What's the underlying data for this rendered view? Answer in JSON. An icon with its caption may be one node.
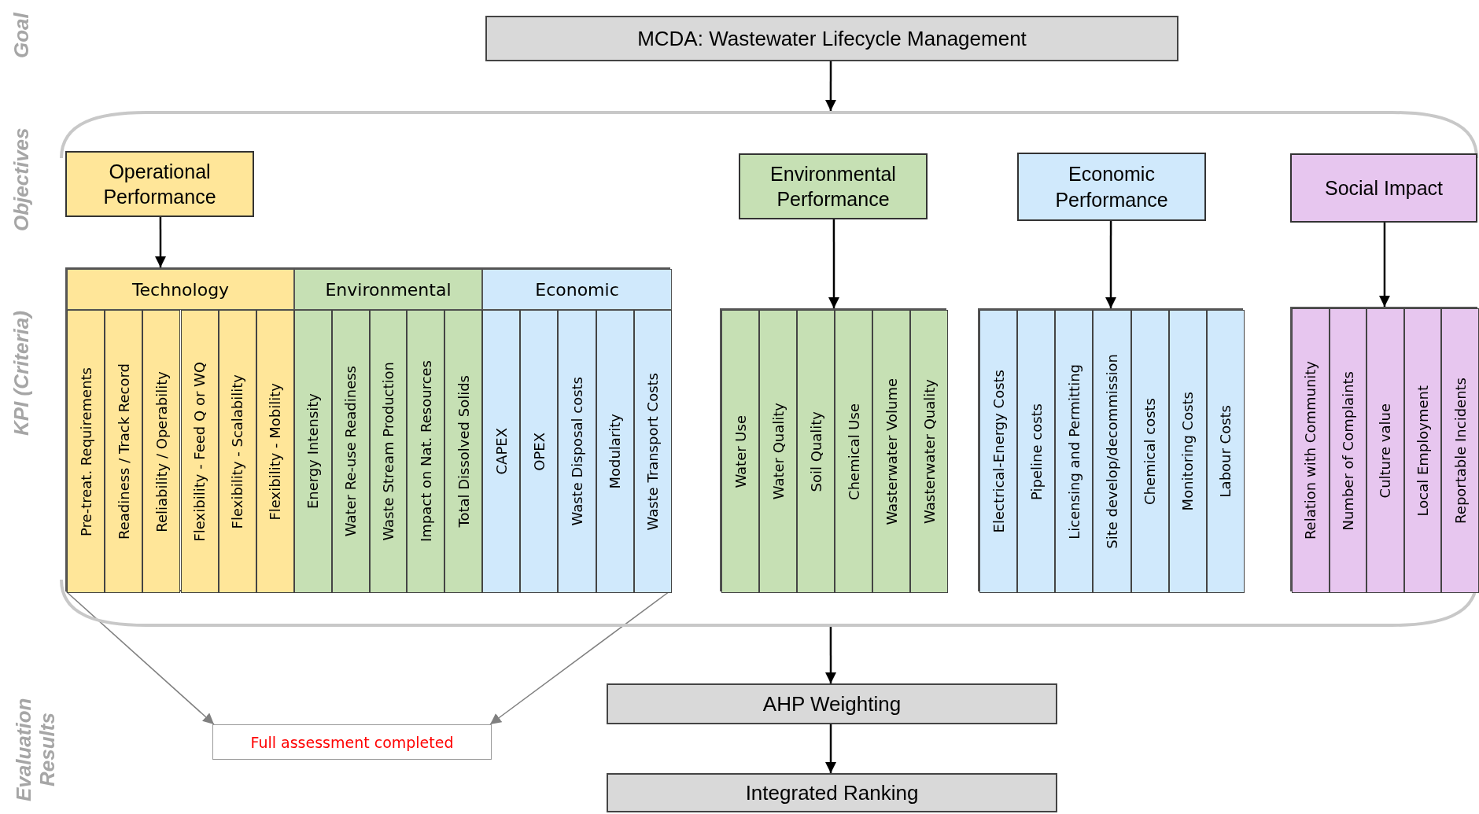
{
  "diagram": {
    "nodes": [
      {
        "text": [
          "MCDA: Wastewater Lifecycle Management"
        ]
      },
      {
        "text": [],
        "shape": "bracket"
      },
      {
        "text": [
          "Operational Performance"
        ],
        "in": 1
      },
      {
        "text": [],
        "shape": "box",
        "in": 1
      },
      {
        "text": [
          "Technology"
        ],
        "in": 3
      },
      {
        "text": [
          "Pre-treat. Requirements"
        ],
        "in": 3
      },
      {
        "text": [
          "Readiness / Track Record"
        ],
        "in": 3
      },
      {
        "text": [
          "Reliability / Operability"
        ],
        "in": 3
      },
      {
        "text": [
          "Flexibility - Feed Q or WQ"
        ],
        "in": 3
      },
      {
        "text": [
          "Flexibility - Scalability"
        ],
        "in": 3
      },
      {
        "text": [
          "Flexibility - Mobility"
        ],
        "in": 3
      },
      {
        "text": [
          "Environmental"
        ],
        "in": 3
      },
      {
        "text": [
          "Energy Intensity"
        ],
        "in": 3
      },
      {
        "text": [
          "Water Re-use Readiness"
        ],
        "in": 3
      },
      {
        "text": [
          "Waste Stream Production"
        ],
        "in": 3
      },
      {
        "text": [
          "Impact on Nat. Resources"
        ],
        "in": 3
      },
      {
        "text": [
          "Total Dissolved Solids"
        ],
        "in": 3
      },
      {
        "text": [
          "Economic"
        ],
        "in": 3
      },
      {
        "text": [
          "CAPEX"
        ],
        "in": 3
      },
      {
        "text": [
          "OPEX"
        ],
        "in": 3
      },
      {
        "text": [
          "Waste Disposal costs"
        ],
        "in": 3
      },
      {
        "text": [
          "Modularity"
        ],
        "in": 3
      },
      {
        "text": [
          "Waste Transport Costs"
        ],
        "in": 3
      },
      {
        "text": [
          "Environmental Performance"
        ],
        "in": 1
      },
      {
        "text": [],
        "shape": "box",
        "in": 1
      },
      {
        "text": [
          "Water Use"
        ],
        "in": 24
      },
      {
        "text": [
          "Water Quality"
        ],
        "in": 24
      },
      {
        "text": [
          "Soil Quality"
        ],
        "in": 24
      },
      {
        "text": [
          "Chemical Use"
        ],
        "in": 24
      },
      {
        "text": [
          "Wasterwater Volume"
        ],
        "in": 24
      },
      {
        "text": [
          "Wasterwater Quality"
        ],
        "in": 24
      },
      {
        "text": [
          "Economic Performance"
        ],
        "in": 1
      },
      {
        "text": [],
        "shape": "box",
        "in": 1
      },
      {
        "text": [
          "Electrical-Energy Costs"
        ],
        "in": 32
      },
      {
        "text": [
          "Pipeline costs"
        ],
        "in": 32
      },
      {
        "text": [
          "Licensing and Permitting"
        ],
        "in": 32
      },
      {
        "text": [
          "Site develop/decommission"
        ],
        "in": 32
      },
      {
        "text": [
          "Chemical costs"
        ],
        "in": 32
      },
      {
        "text": [
          "Monitoring Costs"
        ],
        "in": 32
      },
      {
        "text": [
          "Labour Costs"
        ],
        "in": 32
      },
      {
        "text": [
          "Social Impact"
        ],
        "in": 1
      },
      {
        "text": [],
        "shape": "box",
        "in": 1
      },
      {
        "text": [
          "Relation with Community"
        ],
        "in": 41
      },
      {
        "text": [
          "Number of Complaints"
        ],
        "in": 41
      },
      {
        "text": [
          "Culture value"
        ],
        "in": 41
      },
      {
        "text": [
          "Local Employment"
        ],
        "in": 41
      },
      {
        "text": [
          "Reportable Incidents"
        ],
        "in": 41
      },
      {
        "text": [
          "Full assessment completed"
        ]
      },
      {
        "text": [
          "AHP Weighting"
        ]
      },
      {
        "text": [
          "Integrated Ranking"
        ]
      }
    ],
    "edges": [
      {
        "from": 0,
        "to": 1,
        "arrow": "to"
      },
      {
        "from": 2,
        "to": 4,
        "arrow": "to"
      },
      {
        "from": 23,
        "to": 24,
        "arrow": "to"
      },
      {
        "from": 31,
        "to": 32,
        "arrow": "to"
      },
      {
        "from": 40,
        "to": 41,
        "arrow": "to"
      },
      {
        "from": 3,
        "to": 47,
        "arrow": "to",
        "color": "#808080"
      },
      {
        "from": 3,
        "to": 47,
        "arrow": "to",
        "color": "#808080"
      },
      {
        "from": 1,
        "to": 48,
        "arrow": "to"
      },
      {
        "from": 48,
        "to": 49,
        "arrow": "to"
      }
    ],
    "labels": [
      "Goal",
      "Objectives",
      "KPI (Criteria)",
      "Evaluation Results"
    ]
  }
}
